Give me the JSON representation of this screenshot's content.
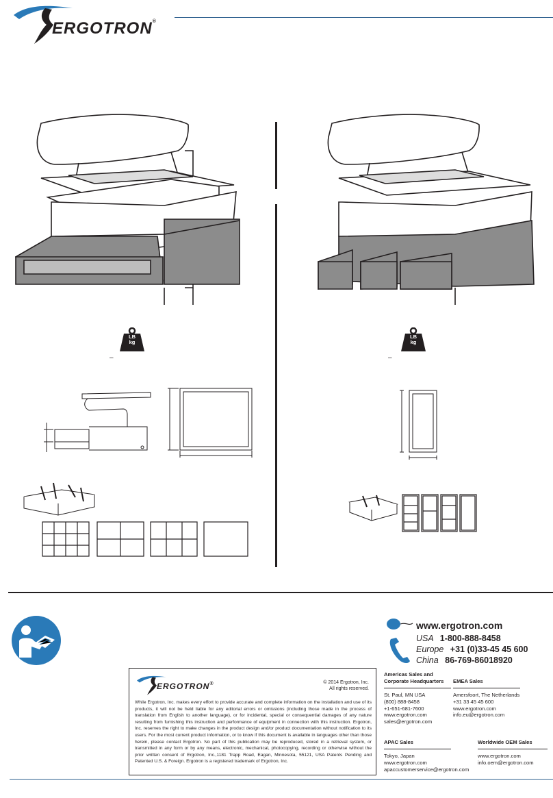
{
  "brand": {
    "name": "ERGOTRON",
    "registered": "®"
  },
  "colors": {
    "accent_blue": "#2b5d8c",
    "light_blue": "#2a7ab8",
    "ink": "#231f20",
    "drawer_gray": "#8c8c8c"
  },
  "icons": {
    "weight_left": "weight-icon",
    "weight_right": "weight-icon",
    "read_manual": "read-manual-icon",
    "mouse": "mouse-icon",
    "phone": "phone-icon"
  },
  "weight_left": {
    "lb": "LB",
    "kg": "kg",
    "value": "–"
  },
  "weight_right": {
    "lb": "LB",
    "kg": "kg",
    "value": "–"
  },
  "contact": {
    "web": "www.ergotron.com",
    "phones": [
      {
        "region": "USA",
        "number": "1-800-888-8458"
      },
      {
        "region": "Europe",
        "number": "+31 (0)33-45 45 600"
      },
      {
        "region": "China",
        "number": "86-769-86018920"
      }
    ]
  },
  "disclaimer": {
    "copyright_line1": "© 2014 Ergotron, Inc.",
    "copyright_line2": "All rights reserved.",
    "text": "While Ergotron, Inc. makes every effort to provide accurate and complete information on the installation and use of its products, it will not be held liable for any editorial errors or omissions (including those made in the process of translation from English to another language), or for incidental, special or consequential damages of any nature resulting from furnishing this instruction and performance of equipment in connection with this instruction. Ergotron, Inc. reserves the right to make changes in the product design and/or product documentation without notification to its users. For the most current product information, or to know if this document is available in languages other than those herein, please contact Ergotron. No part of this publication may be reproduced, stored in a retrieval system, or transmitted in any form or by any means, electronic, mechanical, photocopying, recording or otherwise without the prior written consent of Ergotron, Inc.,1181 Trapp Road, Eagan, Minnesota, 55121, USA Patents Pending and Patented U.S. & Foreign. Ergotron is a registered trademark of Ergotron, Inc."
  },
  "sales": {
    "americas": {
      "heading_line1": "Americas Sales and",
      "heading_line2": "Corporate Headquarters",
      "lines": [
        "St. Paul, MN USA",
        "(800) 888-8458",
        "+1-651-681-7600",
        "www.ergotron.com",
        "sales@ergotron.com"
      ]
    },
    "emea": {
      "heading": "EMEA Sales",
      "lines": [
        "Amersfoort, The Netherlands",
        "+31 33 45 45 600",
        "www.ergotron.com",
        "info.eu@ergotron.com"
      ]
    },
    "apac": {
      "heading": "APAC Sales",
      "lines": [
        "Tokyo, Japan",
        "www.ergotron.com",
        "apaccustomerservice@ergotron.com"
      ]
    },
    "oem": {
      "heading": "Worldwide OEM Sales",
      "lines": [
        "www.ergotron.com",
        "info.oem@ergotron.com"
      ]
    }
  }
}
